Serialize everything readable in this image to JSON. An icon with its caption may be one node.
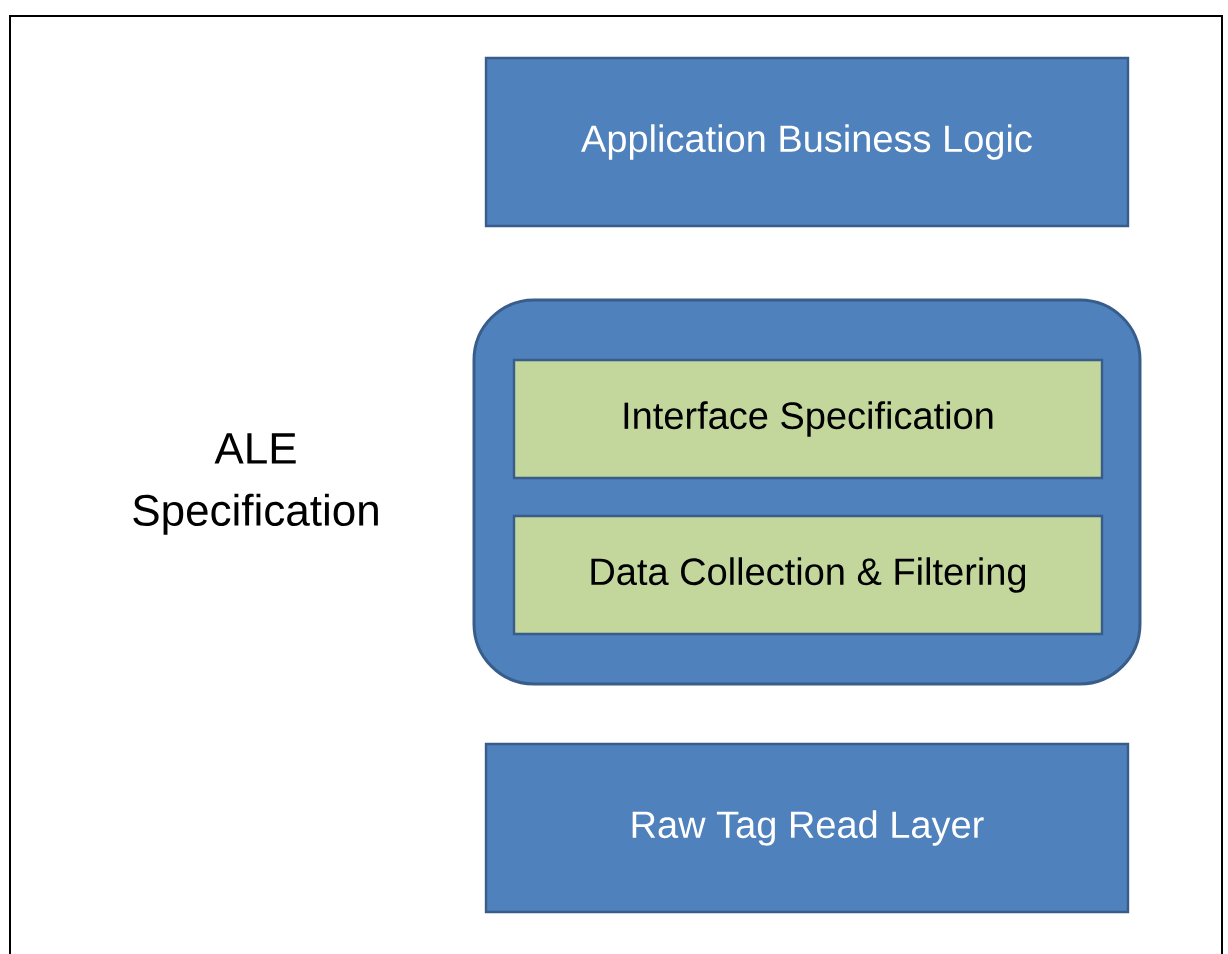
{
  "diagram": {
    "nodes": [
      {
        "text": [
          "Application Business Logic"
        ]
      },
      {
        "text": [
          "ALE Specification"
        ]
      },
      {
        "text": [
          "Interface Specification"
        ],
        "in": 1
      },
      {
        "text": [
          "Data Collection & Filtering"
        ],
        "in": 1
      },
      {
        "text": [
          "Raw Tag Read Layer"
        ]
      }
    ]
  }
}
